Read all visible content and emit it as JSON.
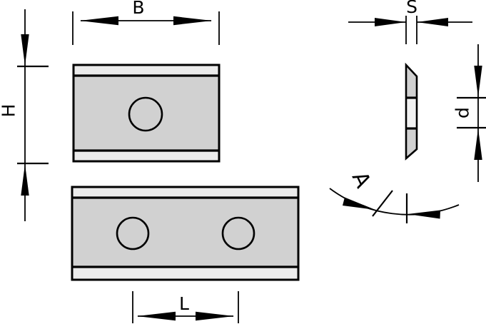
{
  "labels": {
    "width": "B",
    "height": "H",
    "thickness": "S",
    "hole_diameter": "d",
    "hole_spacing": "L",
    "angle": "A"
  },
  "colors": {
    "background": "#ffffff",
    "insert_body": "#d1d1d1",
    "bevel_strip": "#ebebeb",
    "side_hole_band": "#f2f2f2",
    "hole": "#ffffff",
    "line": "#000000"
  }
}
